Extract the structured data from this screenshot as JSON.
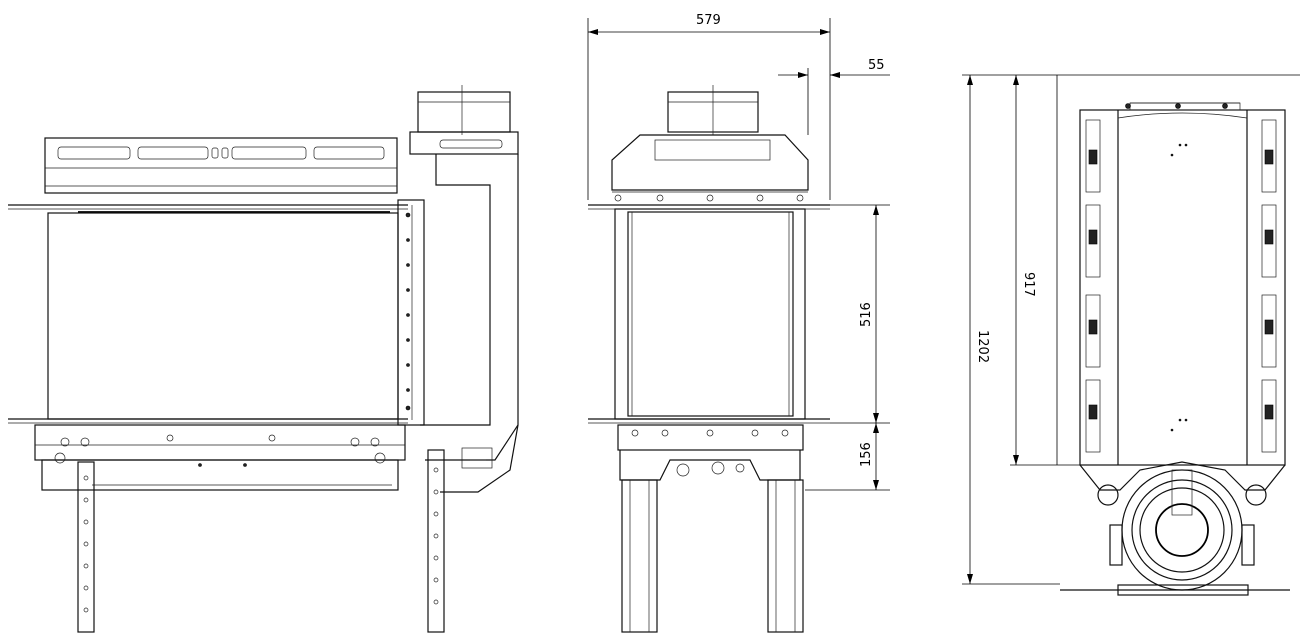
{
  "dimensions": {
    "width_top": "579",
    "offset_right": "55",
    "glass_height": "516",
    "base_height": "156",
    "inner_height": "917",
    "total_height": "1202"
  },
  "colors": {
    "line": "#111111",
    "background": "#ffffff"
  }
}
